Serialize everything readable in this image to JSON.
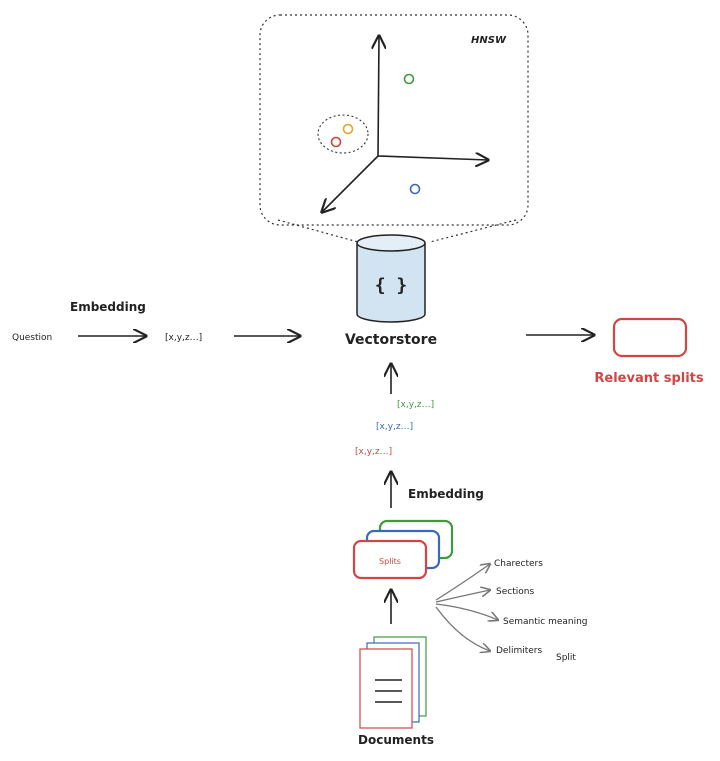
{
  "hnsw": {
    "label": "HNSW",
    "points": [
      {
        "color": "#3e9b3e"
      },
      {
        "color": "#e2a526"
      },
      {
        "color": "#d04040"
      },
      {
        "color": "#3a69b5"
      }
    ]
  },
  "vectorstore": {
    "label": "Vectorstore",
    "icon": "{ }"
  },
  "question": {
    "label": "Question",
    "embedding_label": "Embedding",
    "vector": "[x,y,z…]"
  },
  "output": {
    "label": "Relevant splits",
    "color": "#d04545"
  },
  "vectors": [
    {
      "text": "[x,y,z…]",
      "color": "#3e9b3e"
    },
    {
      "text": "[x,y,z…]",
      "color": "#3a69b5"
    },
    {
      "text": "[x,y,z…]",
      "color": "#d04545"
    }
  ],
  "splits": {
    "embedding_label": "Embedding",
    "label": "Splits"
  },
  "split_methods": {
    "items": [
      "Charecters",
      "Sections",
      "Semantic meaning",
      "Delimiters"
    ],
    "group_label": "Split"
  },
  "documents": {
    "label": "Documents"
  }
}
